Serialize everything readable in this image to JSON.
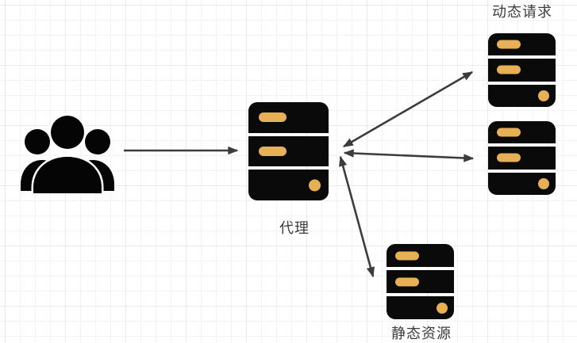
{
  "app": {
    "type": "diagram-canvas"
  },
  "diagram": {
    "nodes": {
      "users": {
        "kind": "user-group-icon"
      },
      "proxy": {
        "kind": "server",
        "label": "代理",
        "label_position": "below"
      },
      "dynamic_server_top": {
        "kind": "server",
        "label": "动态请求",
        "label_position": "above"
      },
      "dynamic_server_mid": {
        "kind": "server"
      },
      "static_server": {
        "kind": "server",
        "label": "静态资源",
        "label_position": "below"
      }
    },
    "edges": [
      {
        "from": "users",
        "to": "proxy",
        "arrows": "end"
      },
      {
        "from": "proxy",
        "to": "dynamic_server_top",
        "arrows": "both"
      },
      {
        "from": "proxy",
        "to": "dynamic_server_mid",
        "arrows": "both"
      },
      {
        "from": "proxy",
        "to": "static_server",
        "arrows": "both"
      }
    ],
    "colors": {
      "canvas_bg": "#ffffff",
      "grid_minor": "#f3f3f3",
      "grid_major": "#e9e9e9",
      "server_body": "#0a0a0a",
      "accent_gold": "#e8b054",
      "arrow": "#3c3c3c",
      "label_text": "#3d3d3d"
    }
  }
}
